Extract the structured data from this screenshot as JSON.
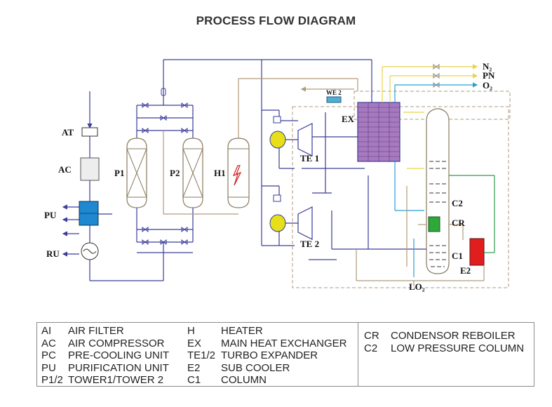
{
  "title": "PROCESS FLOW DIAGRAM",
  "labels": {
    "at": "AT",
    "ac": "AC",
    "pu": "PU",
    "ru": "RU",
    "p1": "P1",
    "p2": "P2",
    "h1": "H1",
    "te1": "TE 1",
    "te2": "TE 2",
    "ex": "EX",
    "we2": "WE 2",
    "c2": "C2",
    "cr": "CR",
    "c1": "C1",
    "e2": "E2",
    "n2": "N₂",
    "pn": "PN",
    "o2": "O₂",
    "lo2": "LO₂"
  },
  "legend": {
    "col1": [
      {
        "code": "AI",
        "desc": "AIR FILTER"
      },
      {
        "code": "AC",
        "desc": "AIR COMPRESSOR"
      },
      {
        "code": "PC",
        "desc": "PRE-COOLING UNIT"
      },
      {
        "code": "PU",
        "desc": "PURIFICATION UNIT"
      },
      {
        "code": "P1/2",
        "desc": "TOWER1/TOWER 2"
      }
    ],
    "col2": [
      {
        "code": "H",
        "desc": "HEATER"
      },
      {
        "code": "EX",
        "desc": "MAIN HEAT EXCHANGER"
      },
      {
        "code": "TE1/2",
        "desc": "TURBO EXPANDER"
      },
      {
        "code": "E2",
        "desc": "SUB COOLER"
      },
      {
        "code": "C1",
        "desc": "COLUMN"
      }
    ],
    "col3": [
      {
        "code": "CR",
        "desc": "CONDENSOR REBOILER"
      },
      {
        "code": "C2",
        "desc": "LOW PRESSURE COLUMN"
      }
    ]
  },
  "colors": {
    "air_line": "#3a3d9a",
    "return_line": "#b59a7a",
    "n2_line": "#e8d44a",
    "o2_line": "#2aa0d0",
    "green_line": "#2e9a4a",
    "exchanger_fill": "#a77ac0",
    "pu_fill": "#1e88d0",
    "cr_fill": "#2ea83a",
    "e2_fill": "#e01e1e",
    "expander_fill": "#e6df1a",
    "boundary": "#b09a82"
  }
}
